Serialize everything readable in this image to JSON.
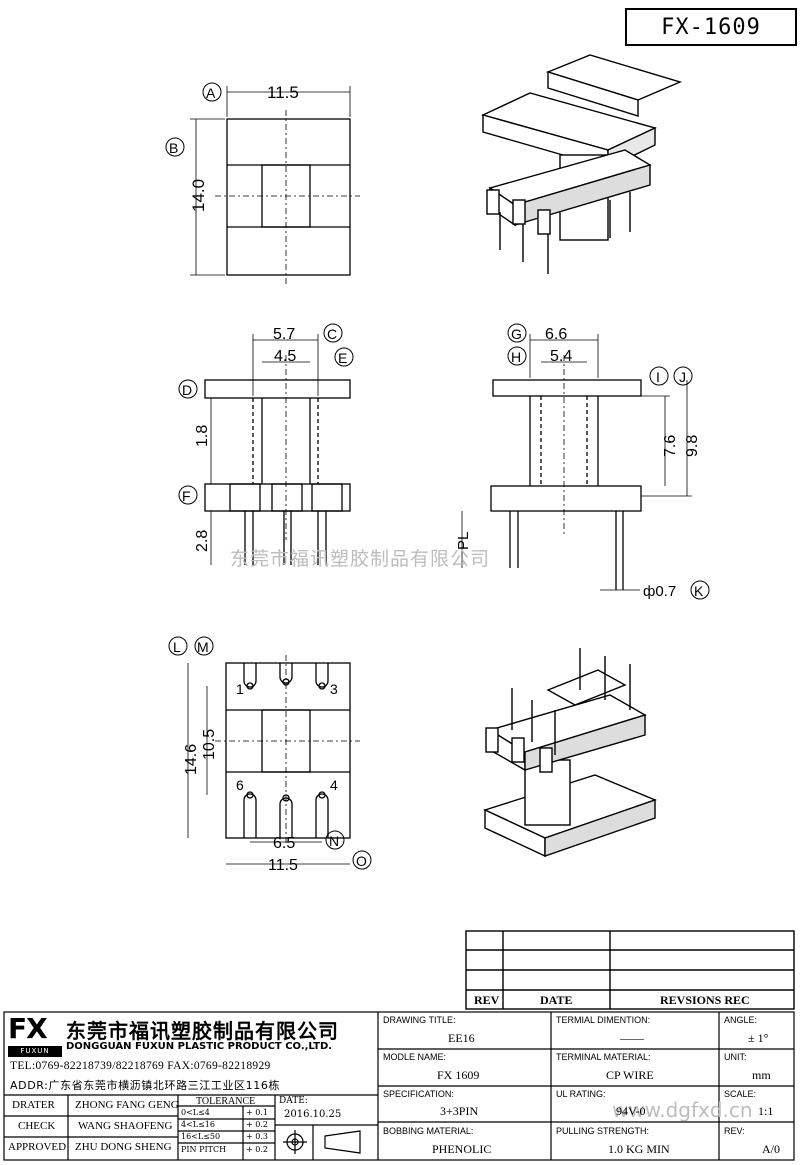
{
  "title_block": {
    "part_number": "FX-1609",
    "company_cn": "东莞市福讯塑胶制品有限公司",
    "company_en": "DONGGUAN FUXUN PLASTIC PRODUCT CO.,LTD.",
    "logo": "FX",
    "logo_sub": "FUXUN",
    "tel": "TEL:0769-82218739/82218769 FAX:0769-82218929",
    "addr": "ADDR:广东省东莞市横沥镇北环路三江工业区116栋",
    "drater_label": "DRATER",
    "drater_name": "ZHONG FANG GENG",
    "check_label": "CHECK",
    "check_name": "WANG SHAOFENG",
    "approved_label": "APPROVED",
    "approved_name": "ZHU DONG SHENG",
    "tolerance_label": "TOLERANCE",
    "tolerances": [
      {
        "range": "0<L≤4",
        "value": "+ 0.1"
      },
      {
        "range": "4<L≤16",
        "value": "+ 0.2"
      },
      {
        "range": "16<L≤50",
        "value": "+ 0.3"
      },
      {
        "range": "PIN PITCH",
        "value": "+ 0.2"
      }
    ],
    "date_label": "DATE:",
    "date_value": "2016.10.25",
    "fields": {
      "drawing_title_label": "DRAWING TITLE:",
      "drawing_title": "EE16",
      "terminal_dimention_label": "TERMIAL DIMENTION:",
      "terminal_dimention": "——",
      "angle_label": "ANGLE:",
      "angle": "± 1°",
      "model_name_label": "MODLE NAME:",
      "model_name": "FX 1609",
      "terminal_material_label": "TERMINAL MATERIAL:",
      "terminal_material": "CP WIRE",
      "unit_label": "UNIT:",
      "unit": "mm",
      "specification_label": "SPECIFICATION:",
      "specification": "3+3PIN",
      "ul_rating_label": "UL RATING:",
      "ul_rating": "94V-0",
      "scale_label": "SCALE:",
      "scale": "1:1",
      "bobbin_material_label": "BOBBING MATERIAL:",
      "bobbin_material": "PHENOLIC",
      "pulling_strength_label": "PULLING STRENGTH:",
      "pulling_strength": "1.0 KG MIN",
      "rev_label": "REV:",
      "rev": "A/0"
    }
  },
  "revision_table": {
    "headers": [
      "REV",
      "DATE",
      "REVSIONS REC"
    ]
  },
  "watermark": "东莞市福讯塑胶制品有限公司",
  "watermark_url": "www.dgfxd.cn",
  "dimensions": {
    "top_width": "11.5",
    "top_height": "14.0",
    "front_57": "5.7",
    "front_45": "4.5",
    "front_18": "1.8",
    "front_28": "2.8",
    "side_66": "6.6",
    "side_54": "5.4",
    "side_76": "7.6",
    "side_98": "9.8",
    "pl": "PL",
    "pin_dia": "ф0.7",
    "bottom_146": "14.6",
    "bottom_105": "10.5",
    "bottom_65": "6.5",
    "bottom_115": "11.5"
  },
  "callouts": [
    "A",
    "B",
    "C",
    "D",
    "E",
    "F",
    "G",
    "H",
    "I",
    "J",
    "K",
    "L",
    "M",
    "N",
    "O"
  ],
  "pin_numbers": [
    "1",
    "3",
    "6",
    "4"
  ]
}
